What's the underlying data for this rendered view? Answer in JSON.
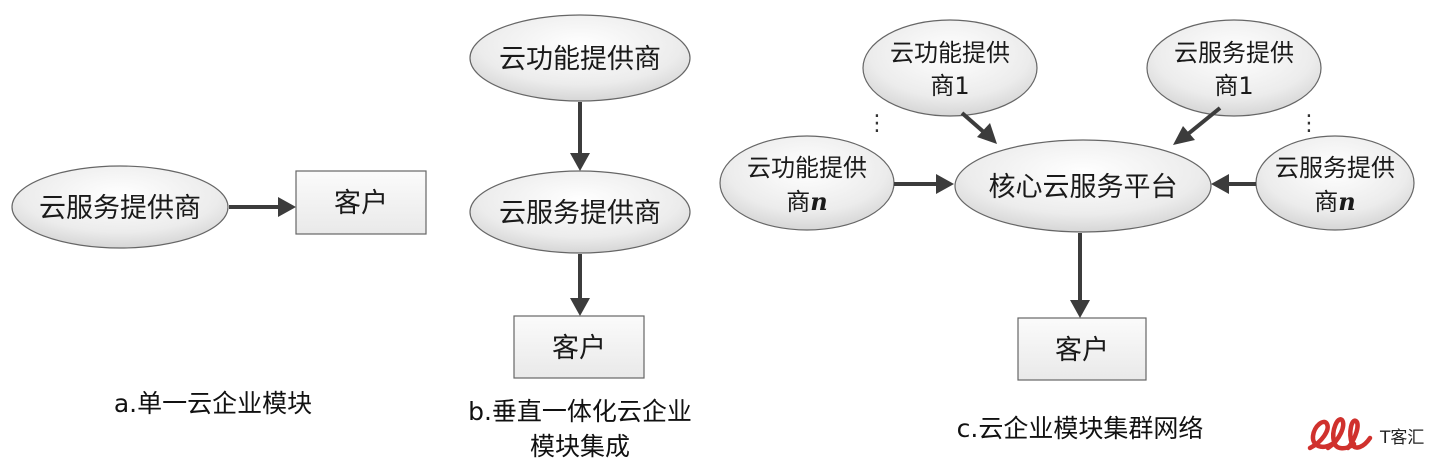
{
  "diagram_a": {
    "provider": "云服务提供商",
    "customer": "客户",
    "caption": "a.单一云企业模块"
  },
  "diagram_b": {
    "function_provider": "云功能提供商",
    "service_provider": "云服务提供商",
    "customer": "客户",
    "caption_line1": "b.垂直一体化云企业",
    "caption_line2": "模块集成"
  },
  "diagram_c": {
    "function_provider_1_line1": "云功能提供",
    "function_provider_1_line2": "商1",
    "service_provider_1_line1": "云服务提供",
    "service_provider_1_line2": "商1",
    "function_provider_n_line1": "云功能提供",
    "function_provider_n_line2": "商",
    "function_provider_n_var": "n",
    "service_provider_n_line1": "云服务提供",
    "service_provider_n_line2": "商",
    "service_provider_n_var": "n",
    "core_platform": "核心云服务平台",
    "customer": "客户",
    "ellipsis_left": "⋮",
    "ellipsis_right": "⋮",
    "caption": "c.云企业模块集群网络"
  },
  "watermark": {
    "text": "T客汇",
    "color": "#d0312d"
  },
  "colors": {
    "ellipse_fill_light": "#fafafa",
    "ellipse_fill_dark": "#dcdcdc",
    "box_fill": "#f0f0f0",
    "stroke": "#555555",
    "arrow": "#3c3c3c"
  }
}
